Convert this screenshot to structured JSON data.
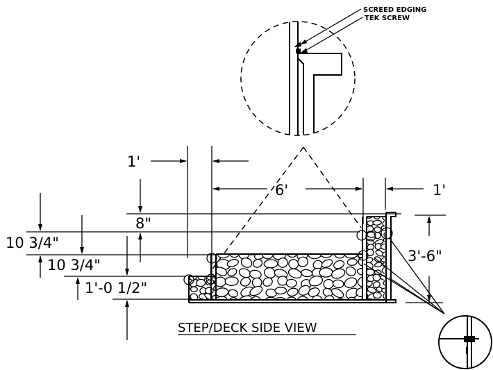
{
  "callouts": {
    "screed_edging": "SCREED EDGING",
    "tek_screw": "TEK SCREW"
  },
  "dimensions": {
    "top_left_width": "1'",
    "main_span": "6'",
    "top_right_width": "1'",
    "upper_rise": "8\"",
    "left_rise_1": "10 3/4\"",
    "left_rise_2": "10 3/4\"",
    "lower_rise": "1'-0 1/2\"",
    "wall_height": "3'-6\""
  },
  "title": "STEP/DECK SIDE VIEW"
}
